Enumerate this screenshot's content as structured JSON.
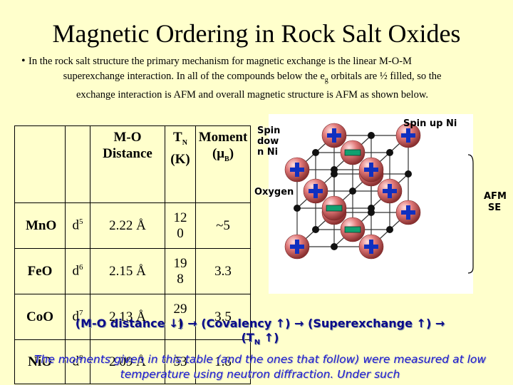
{
  "title": "Magnetic Ordering in Rock Salt Oxides",
  "intro": {
    "bullet": "•",
    "line1": "In the rock salt structure the primary mechanism for magnetic exchange is the linear M-O-M",
    "line2a": "superexchange interaction.  In all of the compounds below the e",
    "line2sub": "g",
    "line2b": " orbitals are ½ filled, so the",
    "line3": "exchange interaction is AFM and overall magnetic structure is AFM as shown below."
  },
  "table": {
    "headers": {
      "md_dist": "M-O Distance",
      "tn": "T",
      "tn_sub": "N",
      "tn_unit": "(K)",
      "moment": "Moment (μ",
      "moment_sub": "B",
      "moment_close": ")"
    },
    "rows": [
      {
        "compound": "MnO",
        "d": "d",
        "d_sup": "5",
        "distance": "2.22 Å",
        "tn": "120",
        "moment": "~5"
      },
      {
        "compound": "FeO",
        "d": "d",
        "d_sup": "6",
        "distance": "2.15 Å",
        "tn": "198",
        "moment": "3.3"
      },
      {
        "compound": "CoO",
        "d": "d",
        "d_sup": "7",
        "distance": "2.13 Å",
        "tn": "291",
        "moment": "3.5"
      },
      {
        "compound": "NiO",
        "d": "d",
        "d_sup": "8",
        "distance": "2.09 Å",
        "tn": "53",
        "moment": "1.8"
      }
    ]
  },
  "figure": {
    "spin_up": "Spin up Ni",
    "spin_down": "Spin down Ni",
    "oxygen": "Oxygen",
    "afm": "AFM SE"
  },
  "trend": {
    "line1": "(M-O distance ↓) → (Covalency ↑) → (Superexchange ↑) →",
    "line2": "(T",
    "line2_sub": "N",
    "line2_end": " ↑)"
  },
  "note": "The moments given in this table (and the ones that follow) were measured at low temperature using neutron diffraction.  Under such"
}
